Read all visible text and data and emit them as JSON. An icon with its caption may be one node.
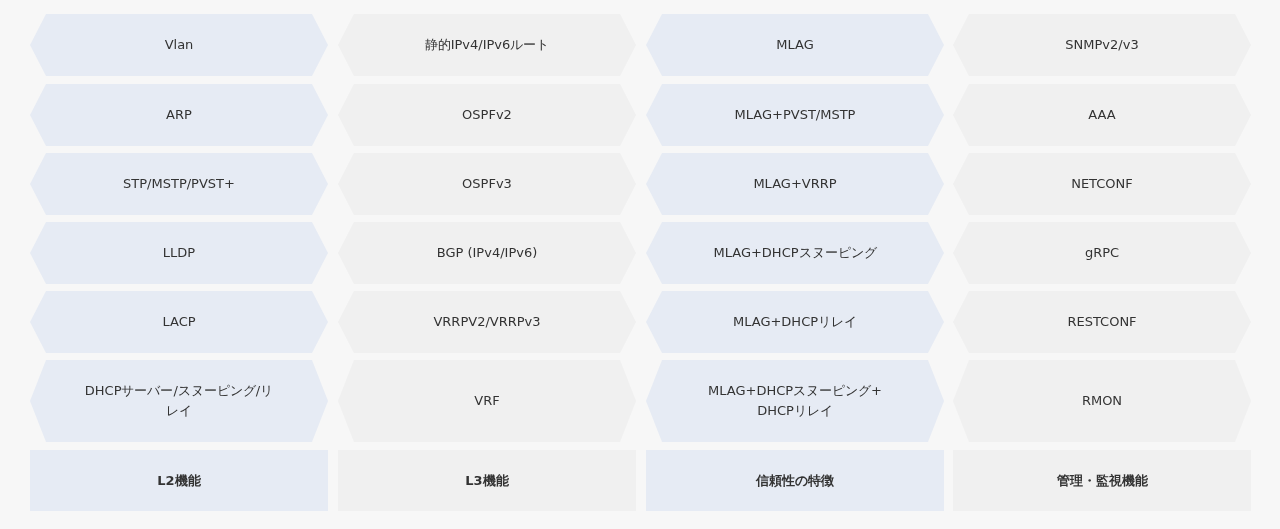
{
  "diagram": {
    "nodes": [
      {
        "text": [
          "Vlan"
        ]
      },
      {
        "text": [
          "静的IPv4/IPv6ルート"
        ]
      },
      {
        "text": [
          "MLAG"
        ]
      },
      {
        "text": [
          "SNMPv2/v3"
        ]
      },
      {
        "text": [
          "ARP"
        ]
      },
      {
        "text": [
          "OSPFv2"
        ]
      },
      {
        "text": [
          "MLAG+PVST/MSTP"
        ]
      },
      {
        "text": [
          "AAA"
        ]
      },
      {
        "text": [
          "STP/MSTP/PVST+"
        ]
      },
      {
        "text": [
          "OSPFv3"
        ]
      },
      {
        "text": [
          "MLAG+VRRP"
        ]
      },
      {
        "text": [
          "NETCONF"
        ]
      },
      {
        "text": [
          "LLDP"
        ]
      },
      {
        "text": [
          "BGP (IPv4/IPv6)"
        ]
      },
      {
        "text": [
          "MLAG+DHCPスヌーピング"
        ]
      },
      {
        "text": [
          "gRPC"
        ]
      },
      {
        "text": [
          "LACP"
        ]
      },
      {
        "text": [
          "VRRPV2/VRRPv3"
        ]
      },
      {
        "text": [
          "MLAG+DHCPリレイ"
        ]
      },
      {
        "text": [
          "RESTCONF"
        ]
      },
      {
        "text": [
          "DHCPサーバー/スヌーピング/リレイ"
        ]
      },
      {
        "text": [
          "VRF"
        ]
      },
      {
        "text": [
          "MLAG+DHCPスヌーピング+ DHCPリレイ"
        ]
      },
      {
        "text": [
          "RMON"
        ]
      },
      {
        "text": [
          "L2機能"
        ]
      },
      {
        "text": [
          "L3機能"
        ]
      },
      {
        "text": [
          "信頼性の特徴"
        ]
      },
      {
        "text": [
          "管理・監視機能"
        ]
      }
    ]
  }
}
